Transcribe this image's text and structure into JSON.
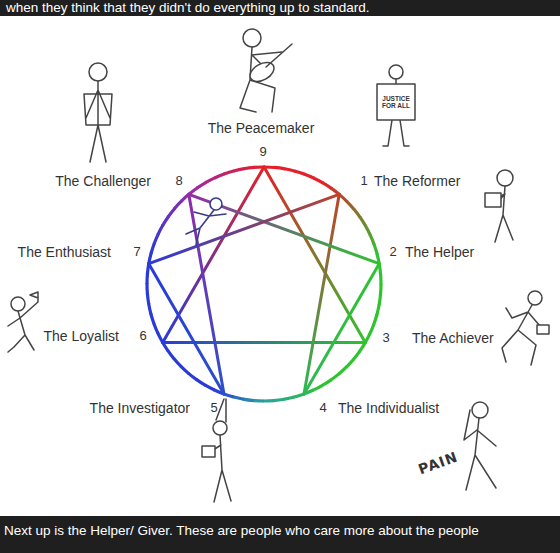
{
  "diagram": {
    "labels": [
      "when they think that they didn't do everything up to standard.",
      "The Peacemaker",
      "JUSTICE FOR ALL",
      "9",
      "The Challenger",
      "8",
      "1",
      "The Reformer",
      "The Enthusiast",
      "7",
      "2",
      "The Helper",
      "The Loyalist",
      "6",
      "3",
      "The Achiever",
      "The Investigator",
      "5",
      "4",
      "The Individualist",
      "PAIN",
      "Next up is the Helper/ Giver. These are people who care more about the people"
    ]
  }
}
